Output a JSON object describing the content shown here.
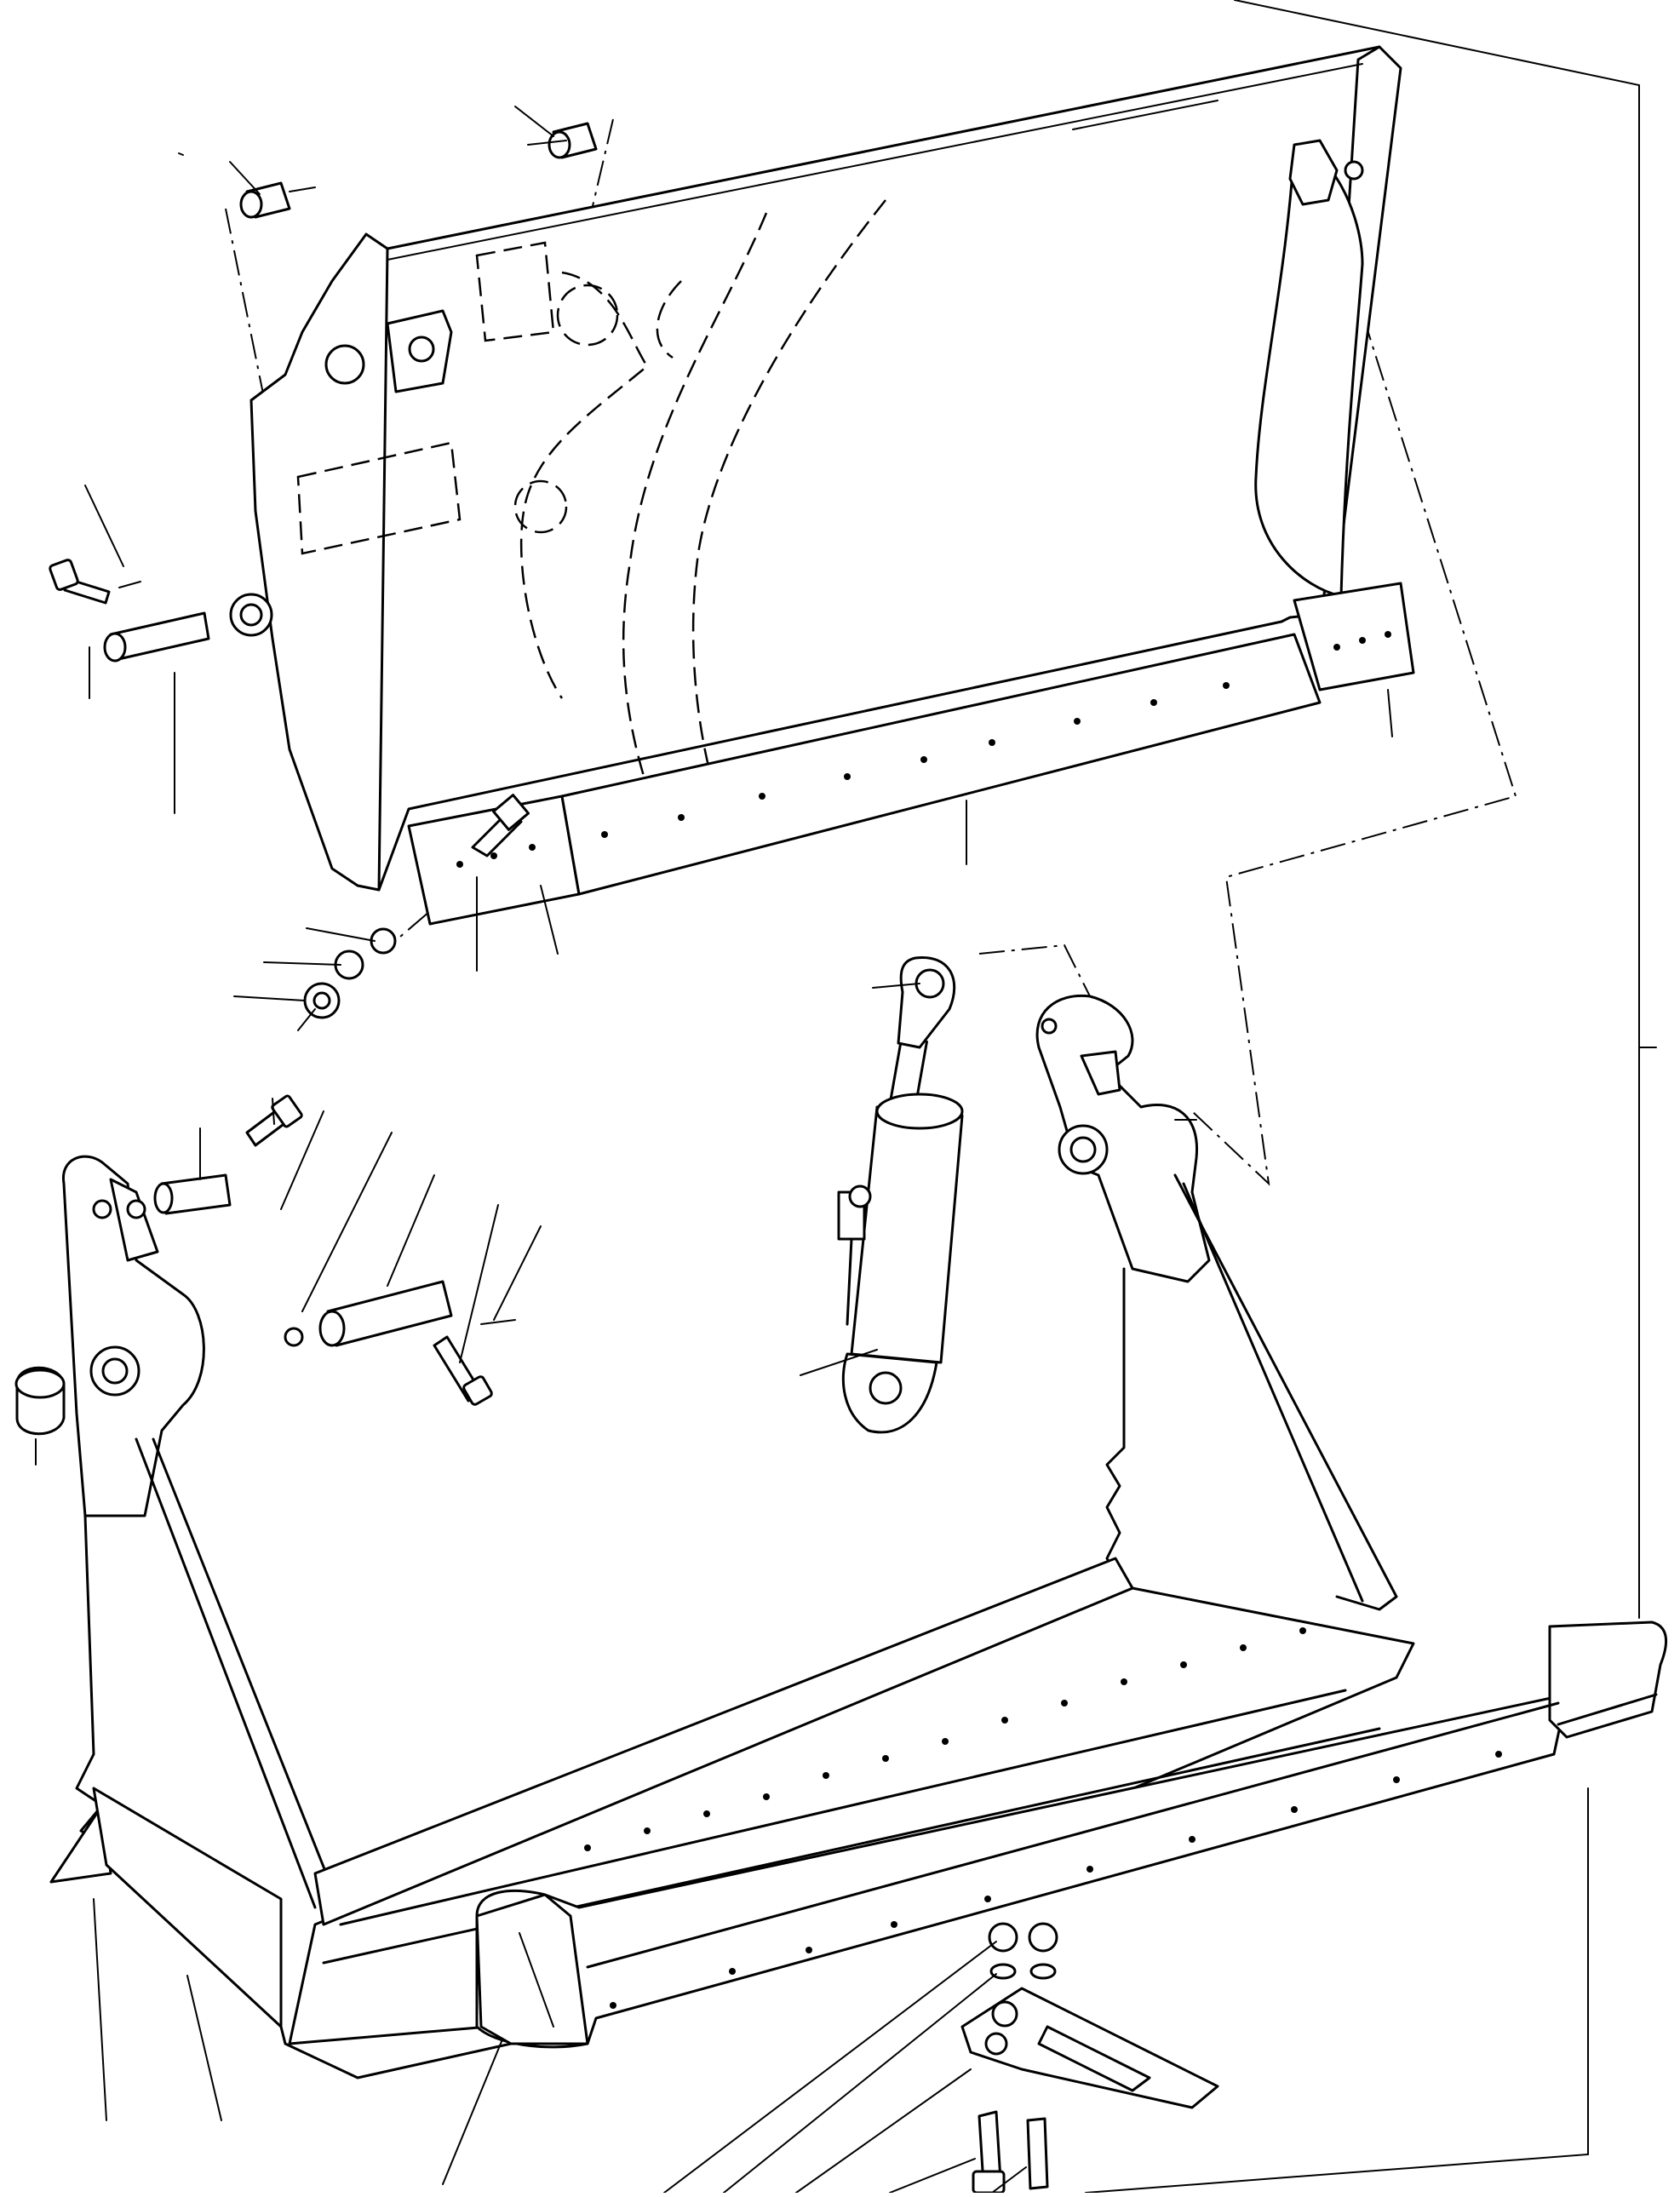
{
  "figure": {
    "background": "#ffffff",
    "line_color": "#000000",
    "parts": [
      {
        "name": "bucket-back-plate"
      },
      {
        "name": "upper-cutting-edge"
      },
      {
        "name": "hydraulic-cylinder"
      },
      {
        "name": "left-mounting-arm"
      },
      {
        "name": "right-mounting-arm"
      },
      {
        "name": "bucket-floor"
      },
      {
        "name": "lower-cutting-edge"
      },
      {
        "name": "tooth-adapter"
      },
      {
        "name": "pivot-pin"
      },
      {
        "name": "bolt"
      },
      {
        "name": "nut"
      },
      {
        "name": "washer"
      },
      {
        "name": "cotter-pin"
      },
      {
        "name": "bushing"
      }
    ]
  }
}
